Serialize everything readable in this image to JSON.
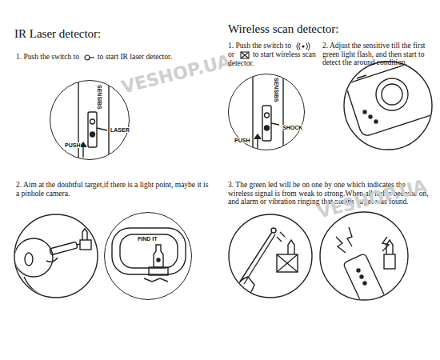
{
  "diagram": {
    "nodes": [
      {
        "text": [
          "SENSIBS",
          "LASER",
          "PUSH"
        ]
      },
      {
        "text": [
          "FIND IT"
        ]
      },
      {
        "text": [
          "SENSIBS",
          "SHOCK",
          "PUSH"
        ]
      }
    ],
    "labels": [
      "IR Laser detector:",
      "1. Push the switch to",
      "to start IR laser detector.",
      "2. Aim at the doubtful target,if there is a light point, maybe it is a pinhole camera.",
      "Wireless scan detector:",
      "1. Push the switch to",
      "or",
      "to start wireless scan detector.",
      "2. Adjust the sensitive till the first green light flash, and then start to detect the around condition.",
      "3. The green led will be on one by one which indicates the wireless signal is from weak to strong.When all lights become on, and alarm or vibration ringing that means target was found.",
      "VESHOP.UA",
      "VESHOP.UA"
    ]
  }
}
